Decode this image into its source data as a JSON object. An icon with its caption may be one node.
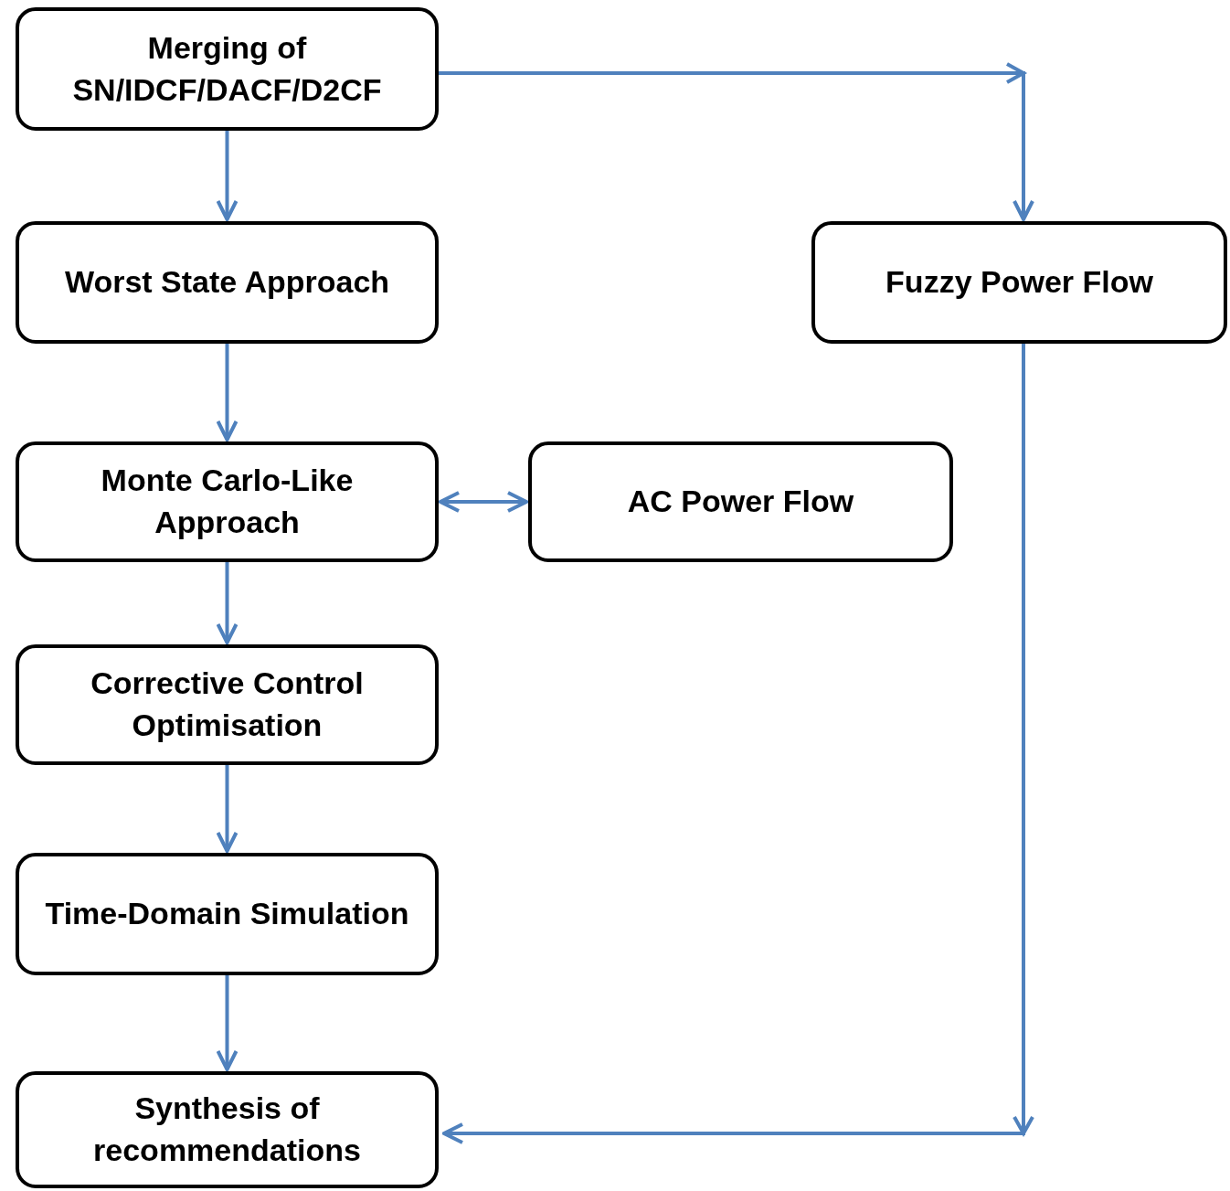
{
  "diagram": {
    "nodes": [
      {
        "text": [
          "Merging of SN/IDCF/DACF/D2CF"
        ]
      },
      {
        "text": [
          "Worst State Approach"
        ]
      },
      {
        "text": [
          "Fuzzy Power Flow"
        ]
      },
      {
        "text": [
          "Monte Carlo-Like Approach"
        ]
      },
      {
        "text": [
          "AC Power Flow"
        ]
      },
      {
        "text": [
          "Corrective Control Optimisation"
        ]
      },
      {
        "text": [
          "Time-Domain Simulation"
        ]
      },
      {
        "text": [
          "Synthesis of recommendations"
        ]
      }
    ],
    "edges": [
      {
        "from": 0,
        "to": 1,
        "arrow": "to"
      },
      {
        "from": 0,
        "to": 2,
        "arrow": "to"
      },
      {
        "from": 1,
        "to": 3,
        "arrow": "to"
      },
      {
        "from": 3,
        "to": 4,
        "arrow": "both"
      },
      {
        "from": 3,
        "to": 5,
        "arrow": "to"
      },
      {
        "from": 5,
        "to": 6,
        "arrow": "to"
      },
      {
        "from": 6,
        "to": 7,
        "arrow": "to"
      },
      {
        "from": 2,
        "to": 7,
        "arrow": "to"
      }
    ]
  }
}
